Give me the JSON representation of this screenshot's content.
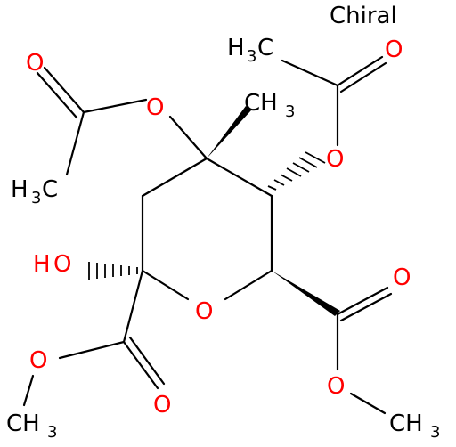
{
  "label": {
    "chiral": "Chiral"
  },
  "atoms": {
    "o_acetyl_left_carbonyl": "O",
    "o_acetyl_left_ester": "O",
    "o_acetyl_right_carbonyl": "O",
    "o_acetyl_right_ester": "O",
    "o_ring": "O",
    "o_ester_left_single": "O",
    "o_ester_left_carbonyl": "O",
    "o_ester_right_carbonyl": "O",
    "o_ester_right_single": "O",
    "hydroxyl_o": "O",
    "hydroxyl_h": "H",
    "ch3_top_right_c": "CH",
    "ch3_top_right_n": "3",
    "h3c_acetyl_right_h": "H",
    "h3c_acetyl_right_n": "3",
    "h3c_acetyl_right_c": "C",
    "h3c_acetyl_left_h": "H",
    "h3c_acetyl_left_n": "3",
    "h3c_acetyl_left_c": "C",
    "ch3_ester_left_c": "CH",
    "ch3_ester_left_n": "3",
    "ch3_ester_right_c": "CH",
    "ch3_ester_right_n": "3"
  },
  "colors": {
    "bond": "#000000",
    "carbon_label": "#000000",
    "oxygen": "#ff0000"
  }
}
